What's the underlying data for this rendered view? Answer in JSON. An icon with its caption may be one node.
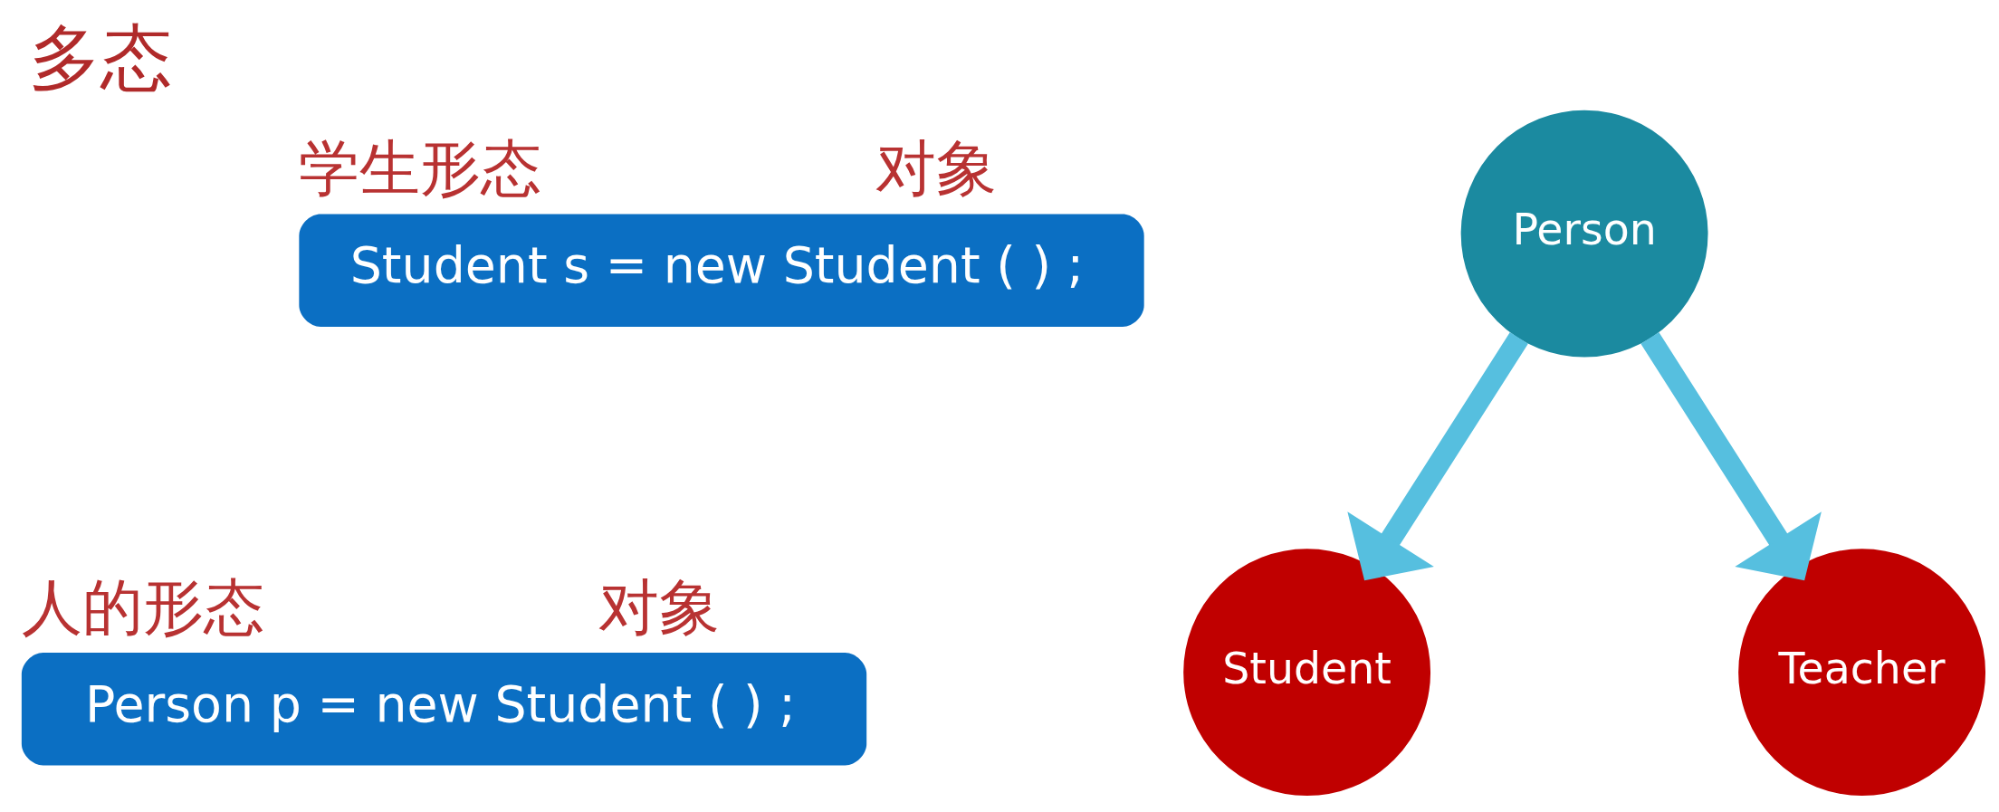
{
  "diagram": {
    "title": "多态",
    "nodes": [
      {
        "text": [
          "Student s = new Student ( ) ;"
        ],
        "beside": [
          "学生形态",
          "对象"
        ]
      },
      {
        "text": [
          "Person p = new Student ( ) ;"
        ],
        "beside": [
          "人的形态",
          "对象"
        ]
      },
      {
        "text": [
          "Person"
        ]
      },
      {
        "text": [
          "Student"
        ]
      },
      {
        "text": [
          "Teacher"
        ]
      }
    ],
    "edges": [
      {
        "from": 2,
        "to": 3,
        "arrow": "to"
      },
      {
        "from": 2,
        "to": 4,
        "arrow": "to"
      }
    ]
  }
}
